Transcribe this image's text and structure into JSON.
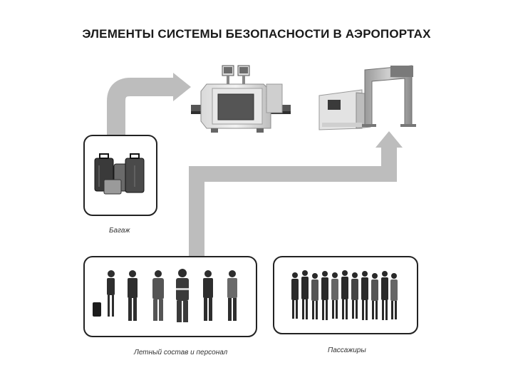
{
  "title": "ЭЛЕМЕНТЫ СИСТЕМЫ БЕЗОПАСНОСТИ В АЭРОПОРТАХ",
  "captions": {
    "baggage": "Багаж",
    "crew": "Летный состав и персонал",
    "passengers": "Пассажиры"
  },
  "icons": [
    "luggage-icon",
    "xray-scanner-icon",
    "walkthrough-gate-icon",
    "crew-figures-icon",
    "passenger-crowd-icon"
  ]
}
